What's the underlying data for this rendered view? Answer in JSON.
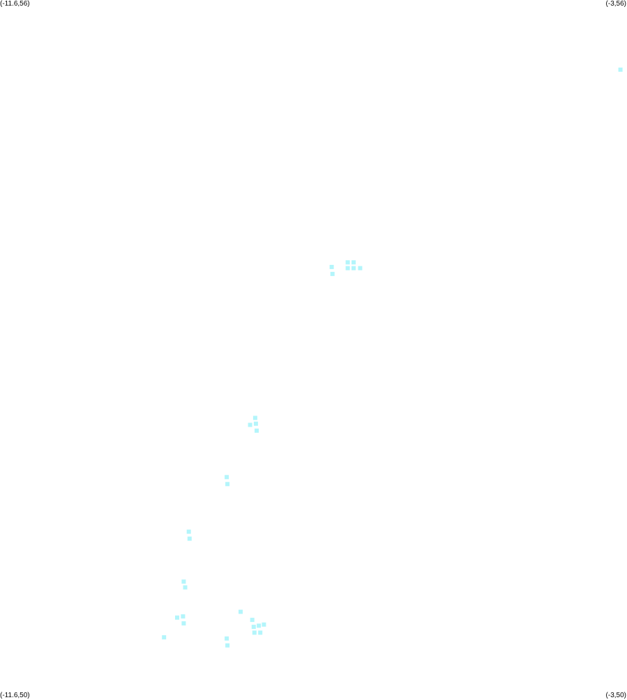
{
  "corners": {
    "top_left": "(-11.6,56)",
    "top_right": "(-3,56)",
    "bottom_left": "(-11.6,50)",
    "bottom_right": "(-3,50)"
  },
  "bounds": {
    "lon_min": -11.6,
    "lon_max": -3,
    "lat_min": 50,
    "lat_max": 56
  },
  "marker_color": "#b3f5fb",
  "points": [
    [
      -3.09,
      55.4
    ],
    [
      -7.05,
      53.7
    ],
    [
      -7.04,
      53.64
    ],
    [
      -6.83,
      53.74
    ],
    [
      -6.75,
      53.74
    ],
    [
      -6.83,
      53.69
    ],
    [
      -6.75,
      53.69
    ],
    [
      -6.66,
      53.69
    ],
    [
      -8.1,
      52.4
    ],
    [
      -8.17,
      52.34
    ],
    [
      -8.09,
      52.35
    ],
    [
      -8.08,
      52.29
    ],
    [
      -8.49,
      51.89
    ],
    [
      -8.48,
      51.83
    ],
    [
      -9.01,
      51.42
    ],
    [
      -9.0,
      51.36
    ],
    [
      -9.08,
      50.99
    ],
    [
      -9.06,
      50.94
    ],
    [
      -9.17,
      50.68
    ],
    [
      -9.09,
      50.69
    ],
    [
      -9.08,
      50.63
    ],
    [
      -9.35,
      50.51
    ],
    [
      -8.3,
      50.73
    ],
    [
      -8.14,
      50.66
    ],
    [
      -8.12,
      50.6
    ],
    [
      -8.11,
      50.55
    ],
    [
      -8.05,
      50.61
    ],
    [
      -7.98,
      50.62
    ],
    [
      -8.03,
      50.55
    ],
    [
      -8.49,
      50.5
    ],
    [
      -8.48,
      50.44
    ]
  ]
}
